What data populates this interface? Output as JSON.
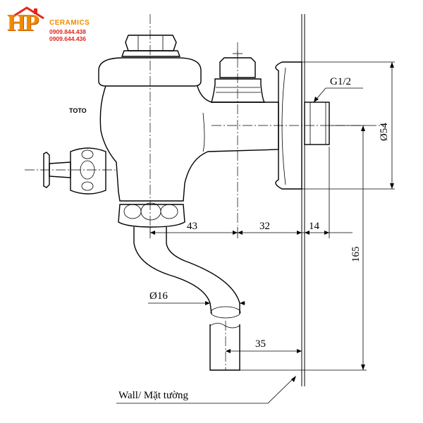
{
  "logo": {
    "initials": "HP",
    "brand": "CERAMICS",
    "phone_1": "0909.844.438",
    "phone_2": "0909.644.436",
    "colors": {
      "orange": "#f08a00",
      "red": "#e3261c"
    }
  },
  "diagram": {
    "thread_label": "G1/2",
    "flange_diameter": "Ø54",
    "pipe_diameter": "Ø16",
    "dim_43": "43",
    "dim_32": "32",
    "dim_14": "14",
    "dim_165": "165",
    "dim_35": "35",
    "body_marking": "TOTO",
    "wall_label": "Wall/ Mặt tường"
  }
}
